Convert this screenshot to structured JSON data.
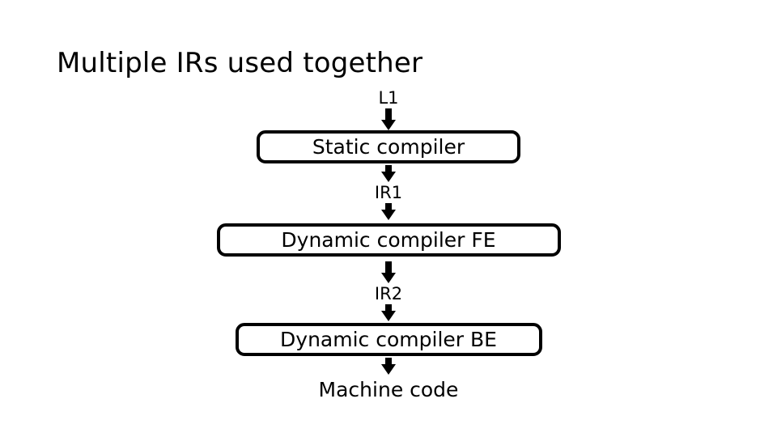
{
  "slide": {
    "title": "Multiple IRs used together",
    "background_color": "#ffffff",
    "text_color": "#000000"
  },
  "diagram": {
    "type": "flowchart",
    "orientation": "top-to-bottom",
    "nodes": [
      {
        "id": "l1",
        "label": "L1",
        "shape": "plain-text"
      },
      {
        "id": "static-compiler",
        "label": "Static compiler",
        "shape": "rounded-rectangle"
      },
      {
        "id": "ir1",
        "label": "IR1",
        "shape": "plain-text"
      },
      {
        "id": "dynamic-compiler-fe",
        "label": "Dynamic compiler FE",
        "shape": "rounded-rectangle"
      },
      {
        "id": "ir2",
        "label": "IR2",
        "shape": "plain-text"
      },
      {
        "id": "dynamic-compiler-be",
        "label": "Dynamic compiler BE",
        "shape": "rounded-rectangle"
      },
      {
        "id": "machine-code",
        "label": "Machine code",
        "shape": "plain-text"
      }
    ],
    "edges": [
      {
        "from": "l1",
        "to": "static-compiler",
        "icon": "down-arrow-icon"
      },
      {
        "from": "static-compiler",
        "to": "ir1",
        "icon": "down-arrow-icon"
      },
      {
        "from": "ir1",
        "to": "dynamic-compiler-fe",
        "icon": "down-arrow-icon"
      },
      {
        "from": "dynamic-compiler-fe",
        "to": "ir2",
        "icon": "down-arrow-icon"
      },
      {
        "from": "ir2",
        "to": "dynamic-compiler-be",
        "icon": "down-arrow-icon"
      },
      {
        "from": "dynamic-compiler-be",
        "to": "machine-code",
        "icon": "down-arrow-icon"
      }
    ]
  }
}
